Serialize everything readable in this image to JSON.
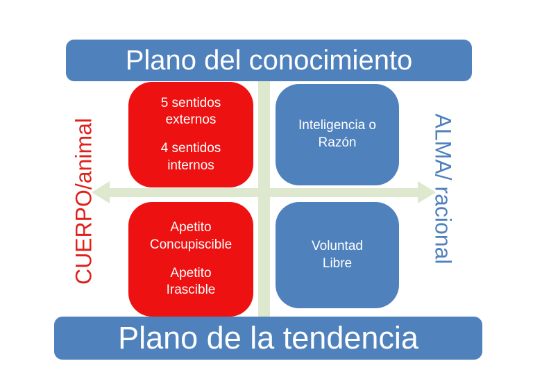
{
  "title_banners": {
    "top": "Plano del conocimiento",
    "bottom": "Plano de la tendencia"
  },
  "axis_labels": {
    "left": "CUERPO/animal",
    "right": "ALMA/ racional"
  },
  "quadrants": [
    {
      "position": "top-left",
      "color": "#ee1111",
      "paragraphs": [
        [
          "5 sentidos",
          "externos"
        ],
        [
          "4 sentidos",
          "internos"
        ]
      ]
    },
    {
      "position": "top-right",
      "color": "#4f81bd",
      "paragraphs": [
        [
          "Inteligencia o",
          "Razón"
        ]
      ]
    },
    {
      "position": "bottom-left",
      "color": "#ee1111",
      "paragraphs": [
        [
          "Apetito",
          "Concupiscible"
        ],
        [
          "Apetito",
          "Irascible"
        ]
      ]
    },
    {
      "position": "bottom-right",
      "color": "#4f81bd",
      "paragraphs": [
        [
          "Voluntad",
          "Libre"
        ]
      ]
    }
  ],
  "colors": {
    "banner_blue": "#4f81bd",
    "box_red": "#ee1111",
    "box_blue": "#4f81bd",
    "axis_arrow_green": "#dde8cf",
    "left_label_red": "#e0201a",
    "right_label_blue": "#4f81bd",
    "text_white": "#ffffff"
  }
}
